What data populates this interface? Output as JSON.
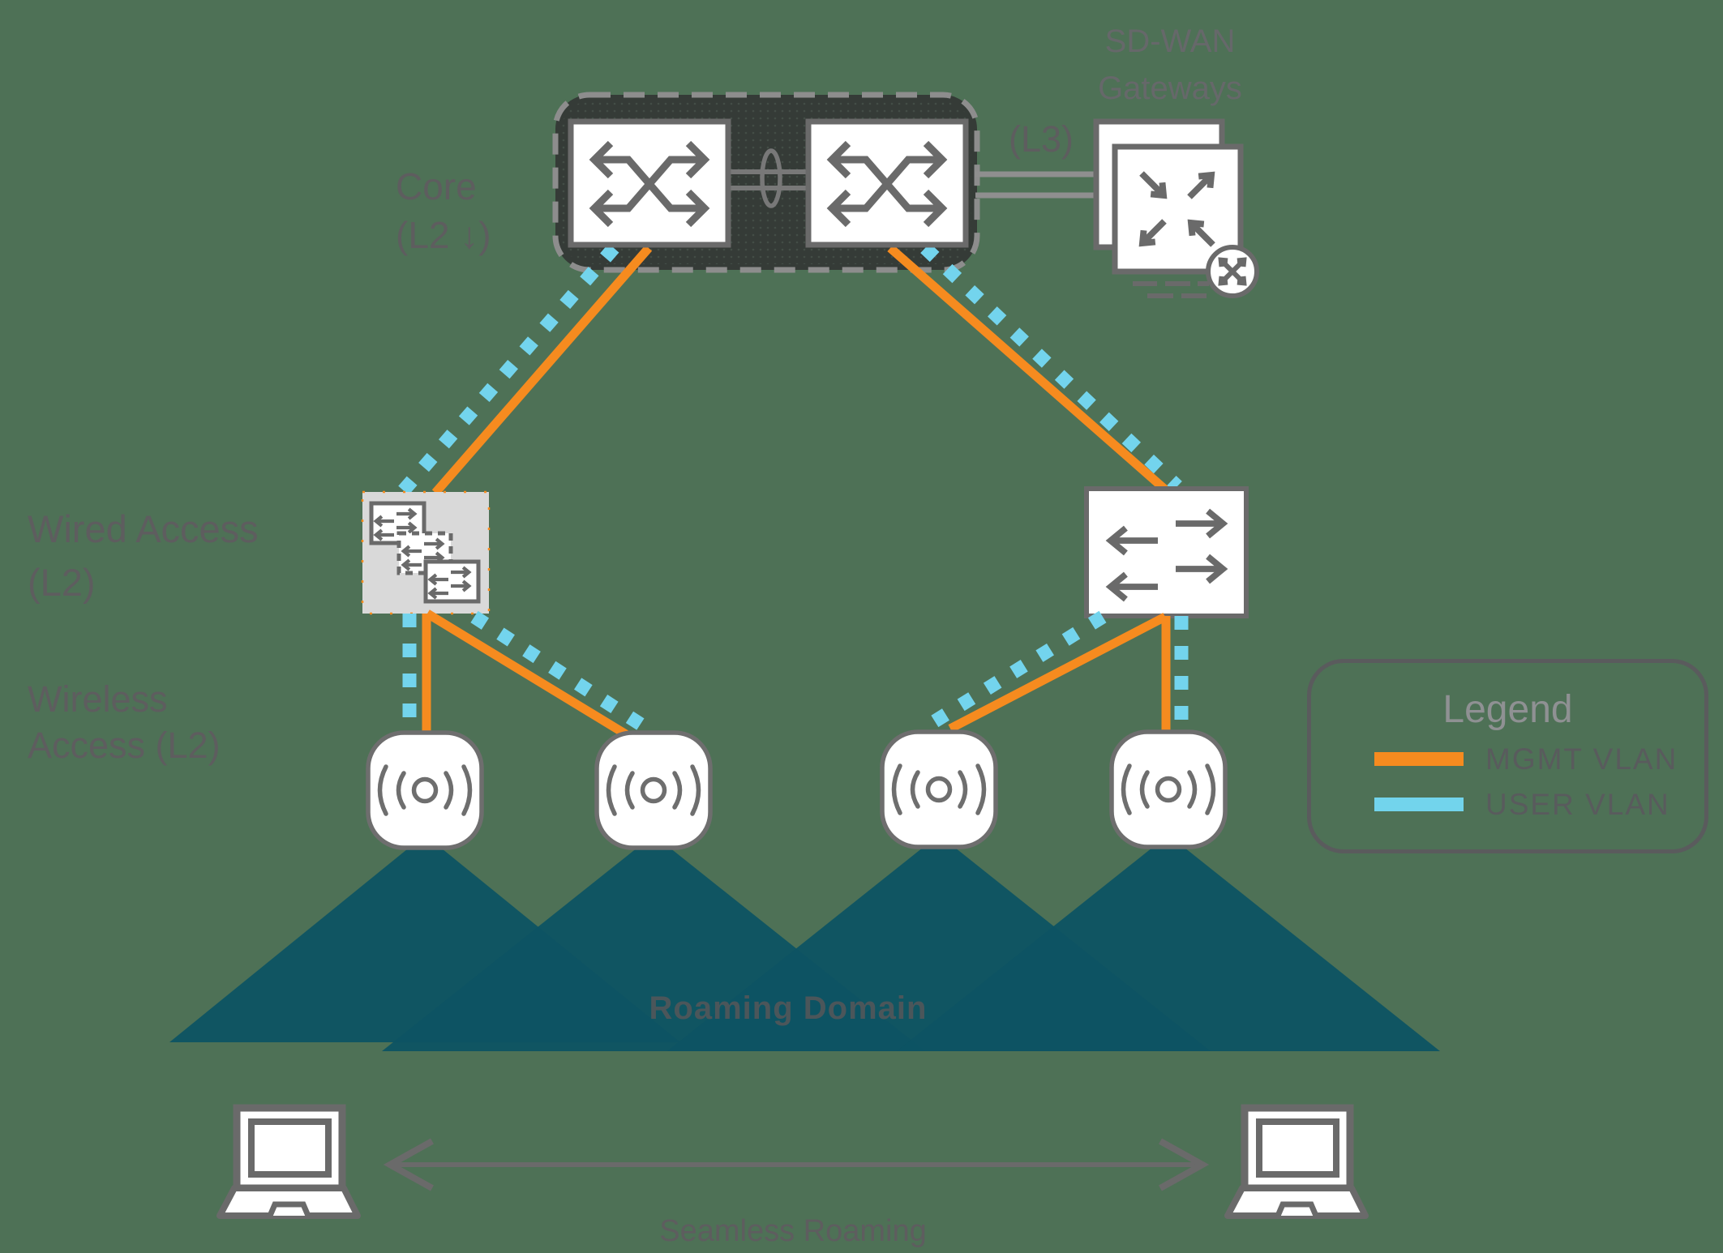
{
  "labels": {
    "core": {
      "line1": "Core",
      "line2": "(L2 ↓)"
    },
    "l3": "(L3)",
    "sdwan": {
      "line1": "SD-WAN",
      "line2": "Gateways"
    },
    "wired": {
      "line1": "Wired Access",
      "line2": "(L2)"
    },
    "wireless": {
      "line1": "Wireless",
      "line2": "Access (L2)"
    },
    "roaming_domain": "Roaming Domain",
    "seamless_roaming": "Seamless Roaming"
  },
  "legend": {
    "title": "Legend",
    "items": [
      {
        "label": "MGMT VLAN",
        "color": "#f68b1f"
      },
      {
        "label": "USER VLAN",
        "color": "#72d4ec"
      }
    ]
  },
  "colors": {
    "background": "#4e7156",
    "mgmt_vlan": "#f68b1f",
    "user_vlan": "#73d4ed",
    "roaming_domain_fill": "#0d5363",
    "core_group_fill": "#353b37",
    "icon_stroke": "#6a6a6a",
    "label_text": "#5e5d5f"
  }
}
